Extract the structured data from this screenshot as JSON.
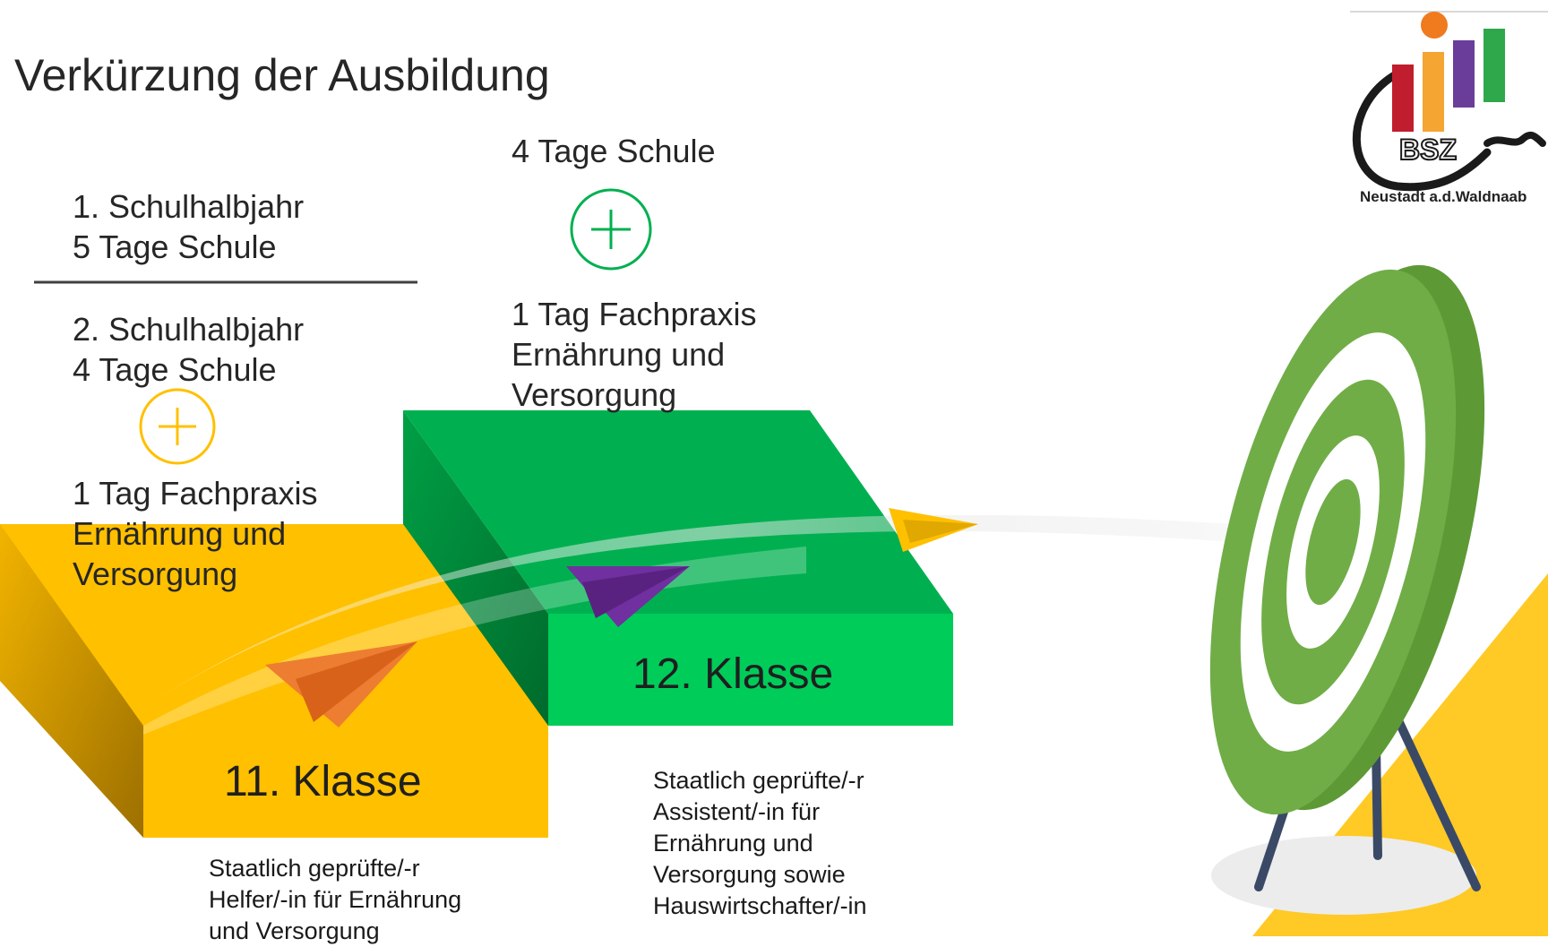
{
  "title": "Verkürzung der Ausbildung",
  "left_column": {
    "term1_heading": "1. Schulhalbjahr",
    "term1_days": "5 Tage Schule",
    "term2_heading": "2. Schulhalbjahr",
    "term2_days": "4 Tage Schule",
    "practice_lines": [
      "1 Tag Fachpraxis",
      "Ernährung und",
      "Versorgung"
    ]
  },
  "middle_column": {
    "school_days": "4 Tage Schule",
    "practice_lines": [
      "1 Tag Fachpraxis",
      "Ernährung und",
      "Versorgung"
    ]
  },
  "steps": {
    "grade11": {
      "label": "11. Klasse",
      "qualification_lines": [
        "Staatlich geprüfte/-r",
        "Helfer/-in für Ernährung",
        "und Versorgung"
      ]
    },
    "grade12": {
      "label": "12. Klasse",
      "qualification_lines": [
        "Staatlich geprüfte/-r",
        "Assistent/-in für",
        "Ernährung und",
        "Versorgung sowie",
        "Hauswirtschafter/-in"
      ]
    }
  },
  "logo": {
    "letters": "BSZ",
    "caption": "Neustadt a.d.Waldnaab"
  },
  "icons": [
    "plus-circle-icon",
    "paper-plane-icon",
    "target-icon"
  ],
  "colors": {
    "yellow_step": "#FFC000",
    "green_step": "#00B050",
    "green_front": "#00CC5A",
    "plus_yellow": "#FFC000",
    "plus_green": "#00B050",
    "plane_orange": "#ED7D31",
    "plane_purple": "#7030A0",
    "target_green": "#70AD47"
  }
}
